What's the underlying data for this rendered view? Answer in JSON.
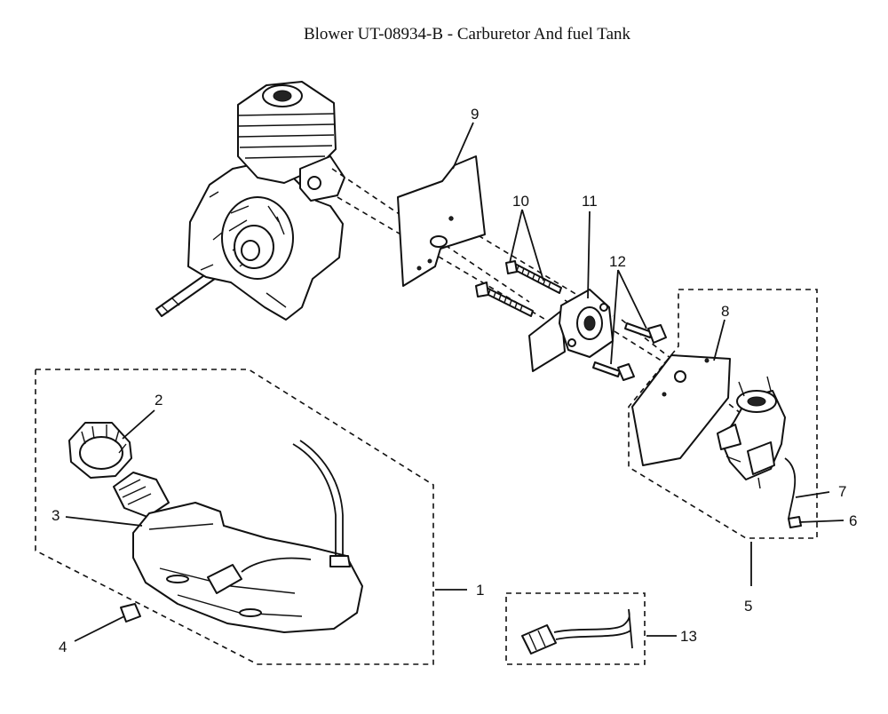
{
  "title": "Blower UT-08934-B  - Carburetor And fuel Tank",
  "callouts": {
    "c1": "1",
    "c2": "2",
    "c3": "3",
    "c4": "4",
    "c5": "5",
    "c6": "6",
    "c7": "7",
    "c8": "8",
    "c9": "9",
    "c10": "10",
    "c11": "11",
    "c12": "12",
    "c13": "13"
  }
}
